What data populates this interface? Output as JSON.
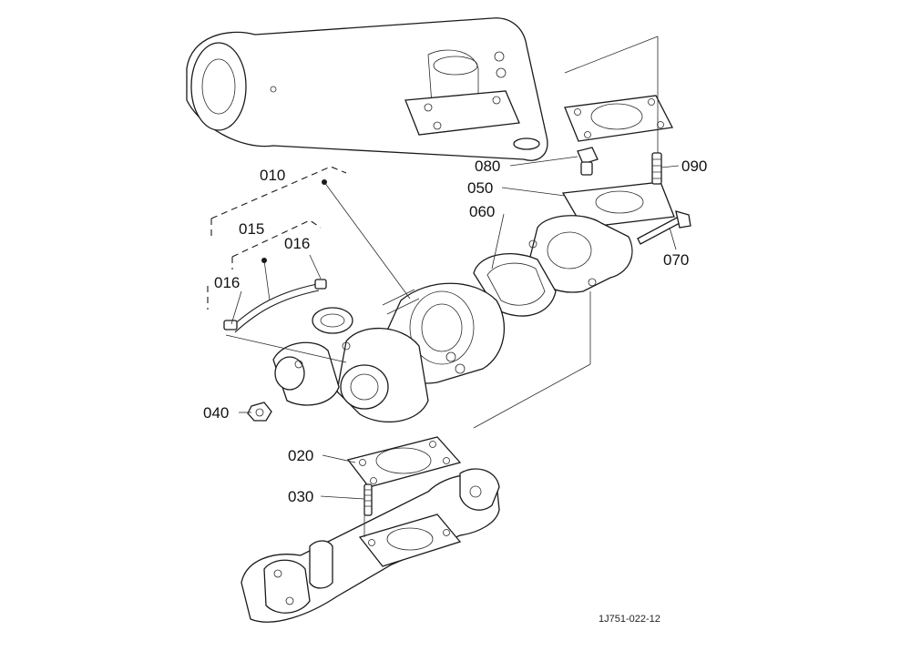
{
  "diagram": {
    "reference_code": "1J751-022-12",
    "callouts": [
      {
        "id": "010",
        "label": "010"
      },
      {
        "id": "015",
        "label": "015"
      },
      {
        "id": "016a",
        "label": "016"
      },
      {
        "id": "016b",
        "label": "016"
      },
      {
        "id": "020",
        "label": "020"
      },
      {
        "id": "030",
        "label": "030"
      },
      {
        "id": "040",
        "label": "040"
      },
      {
        "id": "050",
        "label": "050"
      },
      {
        "id": "060",
        "label": "060"
      },
      {
        "id": "070",
        "label": "070"
      },
      {
        "id": "080",
        "label": "080"
      },
      {
        "id": "090",
        "label": "090"
      }
    ]
  }
}
